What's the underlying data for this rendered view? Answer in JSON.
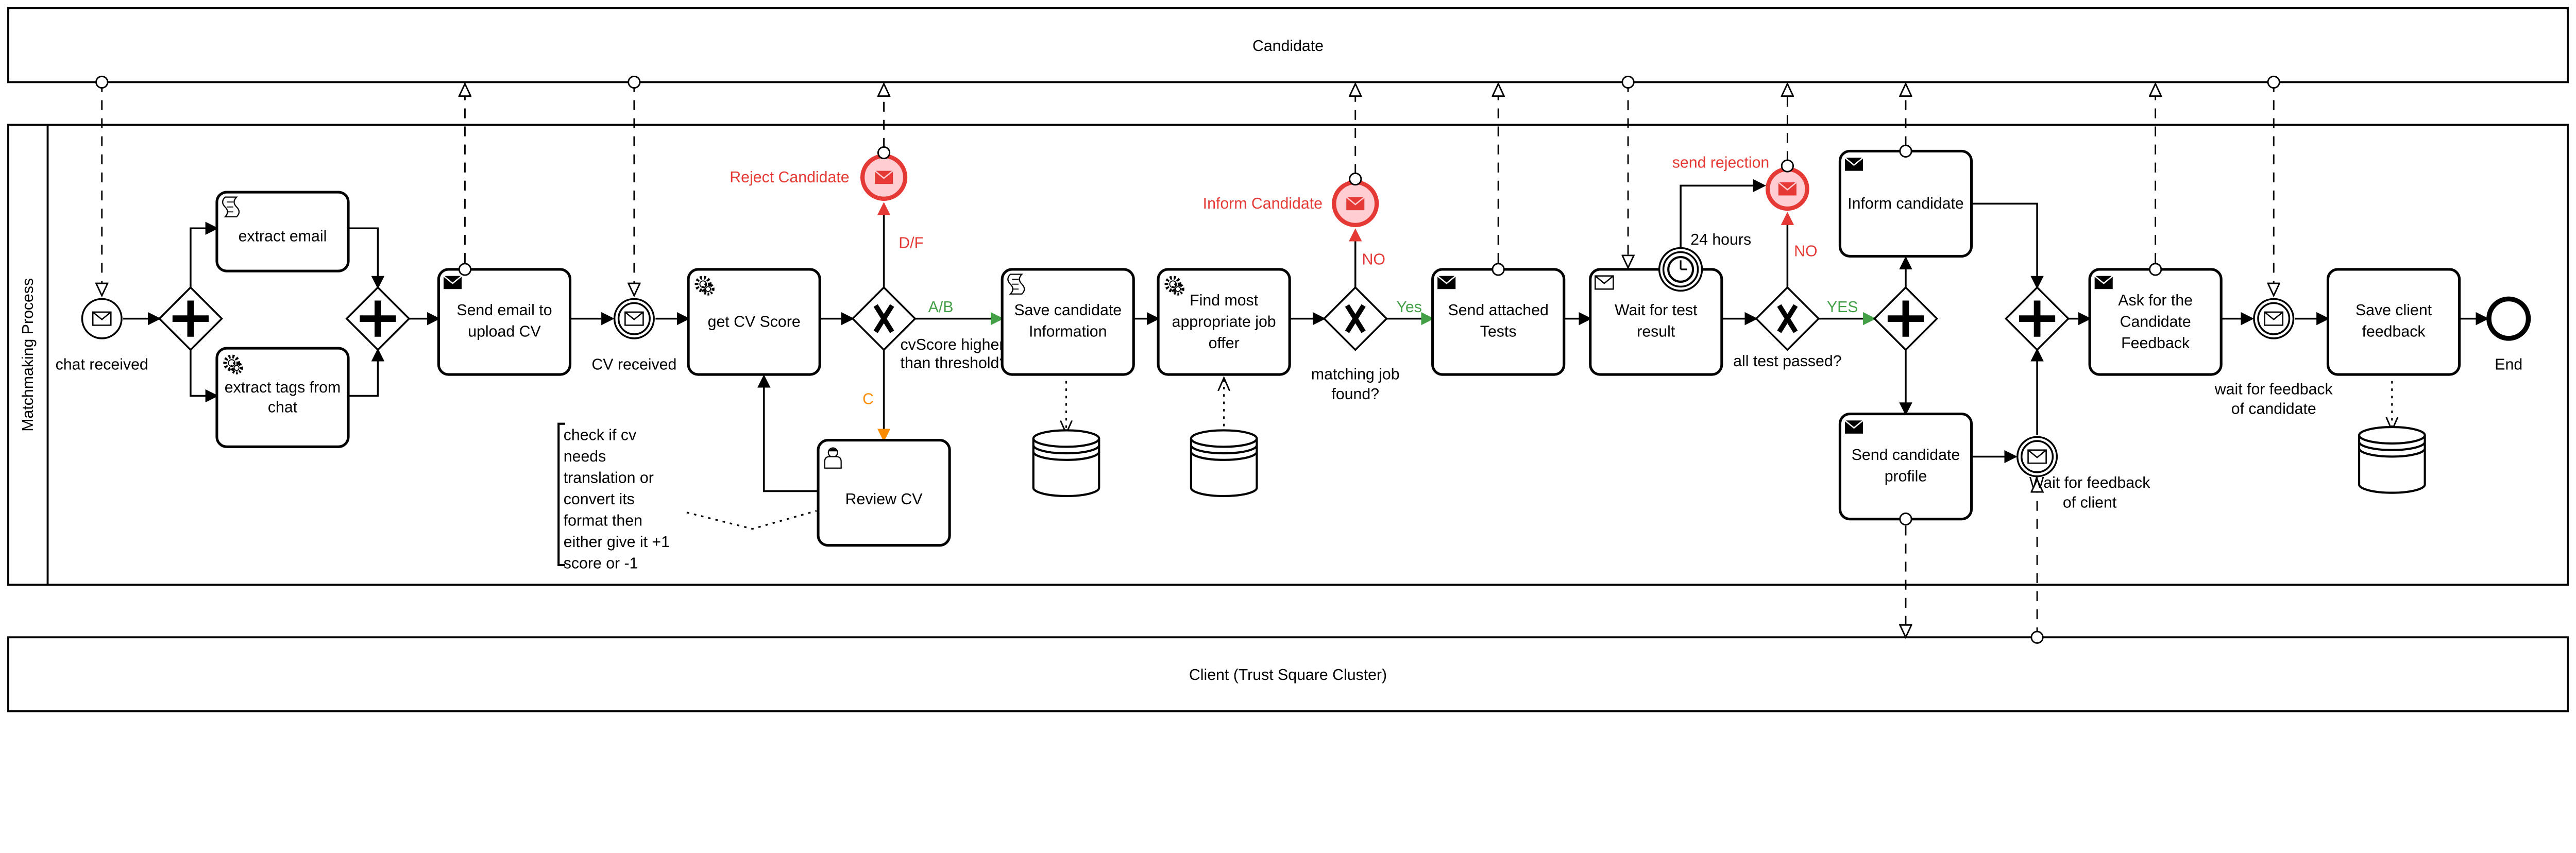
{
  "pools": {
    "candidate": "Candidate",
    "process": "Matchmaking Process",
    "client": "Client (Trust Square Cluster)"
  },
  "events": {
    "chat_received": "chat received",
    "cv_received": "CV received",
    "reject_candidate": "Reject Candidate",
    "inform_candidate_end": "Inform Candidate",
    "send_rejection": "send rejection",
    "timer": "24 hours",
    "wait_feedback_client": [
      "Wait for feedback",
      "of client"
    ],
    "wait_feedback_candidate": [
      "wait for feedback",
      "of candidate"
    ],
    "end": "End"
  },
  "tasks": {
    "extract_email": [
      "extract email"
    ],
    "extract_tags": [
      "extract tags from",
      "chat"
    ],
    "send_email": [
      "Send email to",
      "upload CV"
    ],
    "get_cv_score": [
      "get CV Score"
    ],
    "review_cv": [
      "Review CV"
    ],
    "save_candidate": [
      "Save candidate",
      "Information"
    ],
    "find_job": [
      "Find most",
      "appropriate job",
      "offer"
    ],
    "send_tests": [
      "Send attached",
      "Tests"
    ],
    "wait_test": [
      "Wait for test",
      "result"
    ],
    "inform_candidate": [
      "Inform candidate"
    ],
    "send_profile": [
      "Send candidate",
      "profile"
    ],
    "ask_feedback": [
      "Ask for the",
      "Candidate",
      "Feedback"
    ],
    "save_client_feedback": [
      "Save client",
      "feedback"
    ]
  },
  "gateways": {
    "cv_score": [
      "cvScore higher",
      "than threshold?"
    ],
    "matching_job": [
      "matching job",
      "found?"
    ],
    "all_tests": "all test passed?"
  },
  "flow_labels": {
    "df": "D/F",
    "ab": "A/B",
    "c": "C",
    "no1": "NO",
    "yes1": "Yes",
    "no2": "NO",
    "yes2": "YES"
  },
  "annotation": [
    "check if cv",
    "needs",
    "translation or",
    "convert its",
    "format then",
    "either give it +1",
    "score or -1"
  ],
  "colors": {
    "red": "#e53935",
    "red_fill": "#ffcdd2",
    "green": "#43a047",
    "orange": "#fb8c00"
  }
}
